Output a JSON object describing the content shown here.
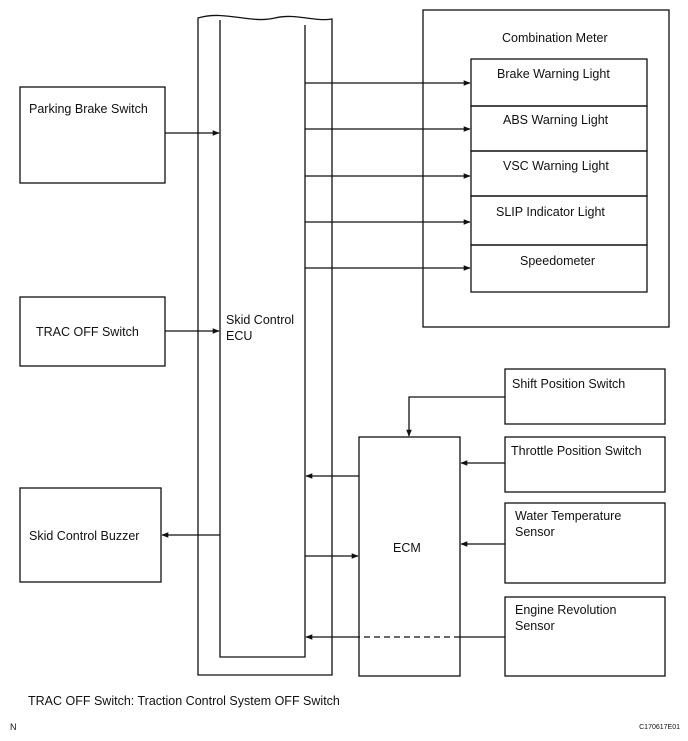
{
  "boxes": {
    "parking_brake_switch": "Parking Brake Switch",
    "trac_off_switch": "TRAC OFF Switch",
    "skid_control_buzzer": "Skid Control Buzzer",
    "skid_control_ecu": [
      "Skid Control",
      "ECU"
    ],
    "combination_meter": "Combination Meter",
    "brake_warning_light": "Brake Warning Light",
    "abs_warning_light": "ABS Warning Light",
    "vsc_warning_light": "VSC Warning Light",
    "slip_indicator_light": "SLIP Indicator Light",
    "speedometer": "Speedometer",
    "ecm": "ECM",
    "shift_position_switch": "Shift Position Switch",
    "throttle_position_switch": "Throttle Position Switch",
    "water_temperature_sensor": [
      "Water Temperature",
      "Sensor"
    ],
    "engine_revolution_sensor": [
      "Engine Revolution",
      "Sensor"
    ]
  },
  "caption": "TRAC OFF Switch: Traction Control System OFF Switch",
  "corner_left": "N",
  "corner_right": "C170617E01"
}
